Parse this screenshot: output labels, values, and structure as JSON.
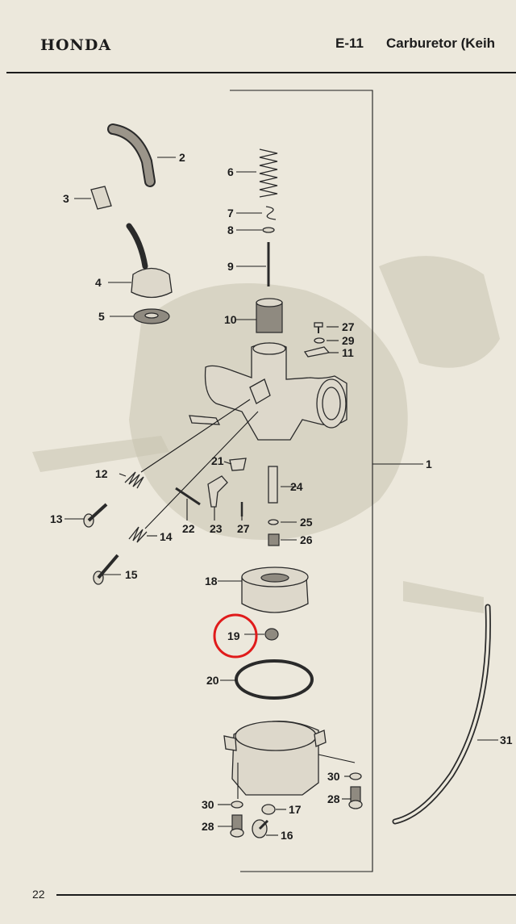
{
  "header": {
    "brand": "HONDA",
    "section_code": "E-11",
    "section_title": "Carburetor (Keih"
  },
  "footer": {
    "page_number": "22"
  },
  "callouts": [
    "1",
    "2",
    "3",
    "4",
    "5",
    "6",
    "7",
    "8",
    "9",
    "10",
    "11",
    "12",
    "13",
    "14",
    "15",
    "16",
    "17",
    "18",
    "19",
    "20",
    "21",
    "22",
    "23",
    "24",
    "25",
    "26",
    "27",
    "27",
    "28",
    "28",
    "29",
    "30",
    "30",
    "31"
  ],
  "highlight": {
    "color": "#e01b1b",
    "target": "19"
  }
}
